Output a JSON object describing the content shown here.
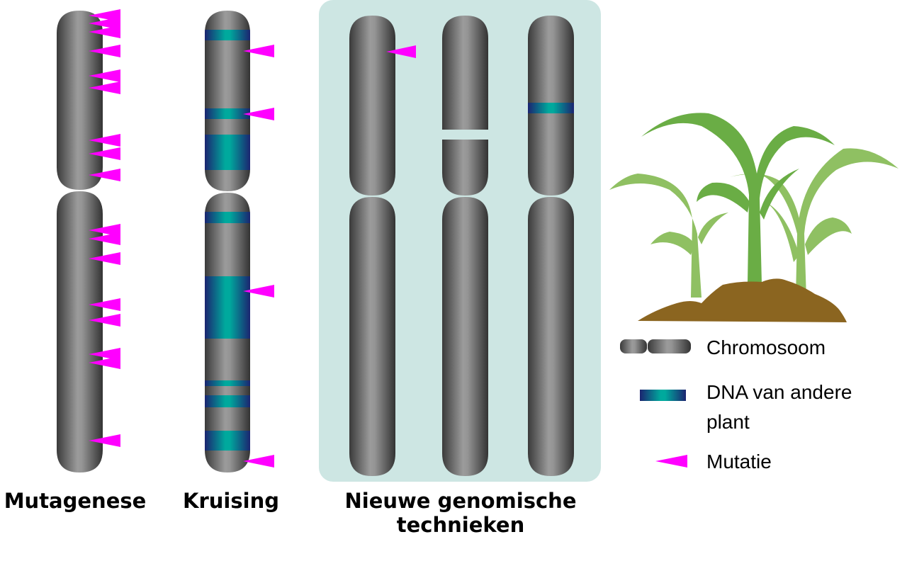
{
  "labels": {
    "mutagenese": "Mutagenese",
    "kruising": "Kruising",
    "ngt_line1": "Nieuwe genomische",
    "ngt_line2": "technieken"
  },
  "legend": {
    "chromosome": "Chromosoom",
    "dna_line1": "DNA van andere",
    "dna_line2": "plant",
    "mutation": "Mutatie"
  },
  "colors": {
    "mutation": "#ff00ff",
    "panel": "#cde6e3",
    "chromosome_dark": "#3a3a3a",
    "chromosome_light": "#9b9b9b",
    "band_dark": "#1b2470",
    "band_light": "#00a99d",
    "leaf_dark": "#6aad45",
    "leaf_light": "#8fc062",
    "soil": "#8b6520"
  }
}
